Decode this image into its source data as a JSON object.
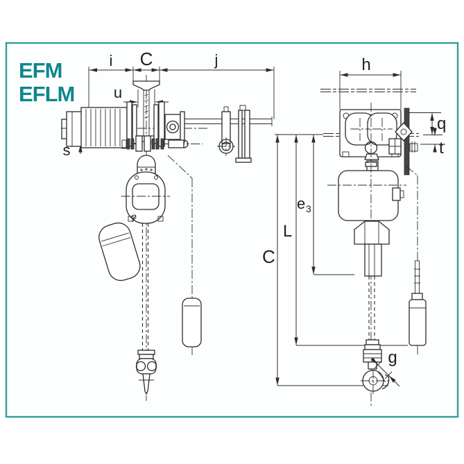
{
  "page": {
    "background": "#ffffff",
    "frame_color": "#2f9e97",
    "ink_color": "#2b2b2b",
    "title_color": "#0f868d"
  },
  "title": {
    "model_1": "EFM",
    "model_2": "EFLM"
  },
  "front_view": {
    "description": "electric chain hoist with motorized trolley, front elevation",
    "labels": {
      "i": "i",
      "c": "C",
      "j": "j",
      "u": "u",
      "s": "s"
    }
  },
  "side_view": {
    "description": "electric chain hoist with trolley, side elevation",
    "labels": {
      "h": "h",
      "q": "q",
      "t": "t",
      "e3_base": "e",
      "e3_sub": "3",
      "l": "L",
      "c": "C",
      "g": "g"
    }
  }
}
